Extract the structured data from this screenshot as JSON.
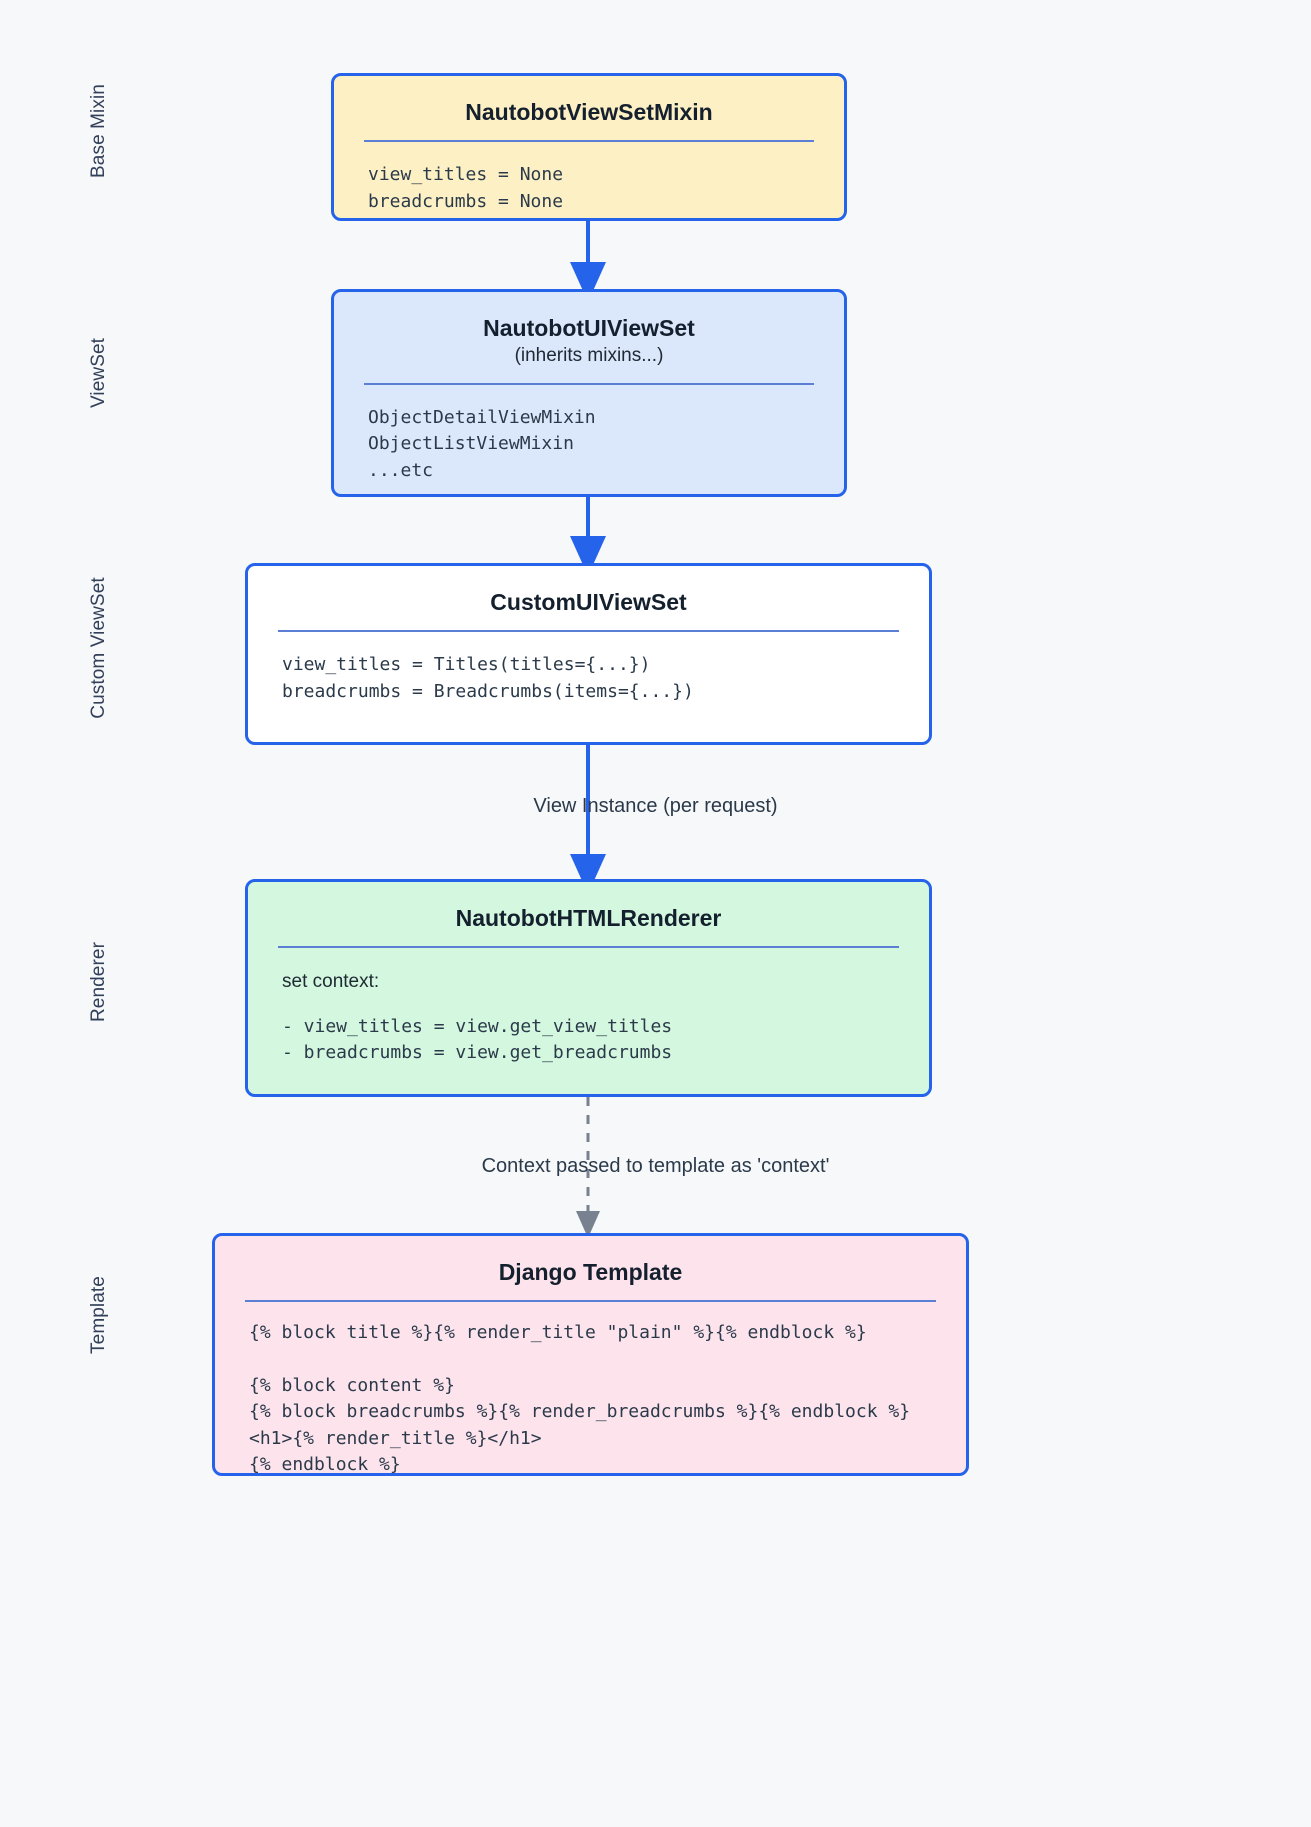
{
  "lanes": [
    {
      "label": "Base Mixin"
    },
    {
      "label": "ViewSet"
    },
    {
      "label": "Custom ViewSet"
    },
    {
      "label": "Renderer"
    },
    {
      "label": "Template"
    }
  ],
  "nodes": {
    "mixin": {
      "title": "NautobotViewSetMixin",
      "lines": [
        "view_titles = None",
        "breadcrumbs = None"
      ],
      "fill": "#fcf0c4"
    },
    "viewset": {
      "title": "NautobotUIViewSet",
      "subtitle": "(inherits mixins...)",
      "lines": [
        "ObjectDetailViewMixin",
        "ObjectListViewMixin",
        "...etc"
      ],
      "fill": "#dbe7fb"
    },
    "custom": {
      "title": "CustomUIViewSet",
      "lines": [
        "view_titles = Titles(titles={...})",
        "breadcrumbs = Breadcrumbs(items={...})"
      ],
      "fill": "#ffffff"
    },
    "renderer": {
      "title": "NautobotHTMLRenderer",
      "heading": "set context:",
      "lines": [
        "- view_titles = view.get_view_titles",
        "- breadcrumbs = view.get_breadcrumbs"
      ],
      "fill": "#d4f7df"
    },
    "template": {
      "title": "Django Template",
      "lines": [
        "{% block title %}{% render_title \"plain\" %}{% endblock %}",
        "",
        "{% block content %}",
        "{% block breadcrumbs %}{% render_breadcrumbs %}{% endblock %}",
        "<h1>{% render_title %}</h1>",
        "{% endblock %}"
      ],
      "fill": "#fce3ec"
    }
  },
  "edges": {
    "view_instance_label": "View Instance (per request)",
    "context_label": "Context passed to template as 'context'"
  },
  "colors": {
    "border": "#2563eb",
    "arrow_solid": "#2563eb",
    "arrow_dashed": "#78818f",
    "rule": "#5b7fd4",
    "background": "#f6f8fa"
  }
}
